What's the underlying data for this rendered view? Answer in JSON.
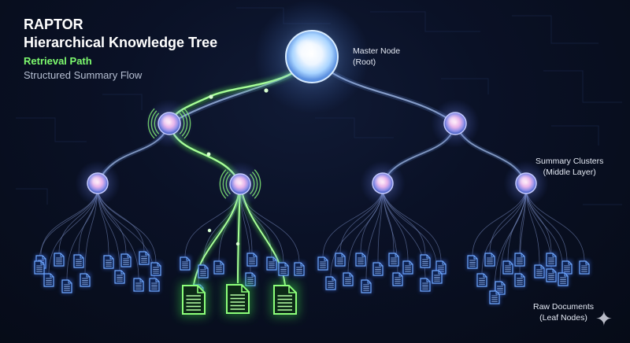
{
  "header": {
    "title_line1": "RAPTOR",
    "title_line2": "Hierarchical Knowledge Tree",
    "retrieval_path_label": "Retrieval Path",
    "flow_label": "Structured Summary Flow"
  },
  "annotations": {
    "root_line1": "Master Node",
    "root_line2": "(Root)",
    "middle_line1": "Summary Clusters",
    "middle_line2": "(Middle Layer)",
    "leaf_line1": "Raw Documents",
    "leaf_line2": "(Leaf Nodes)"
  },
  "colors": {
    "background": "#070c1a",
    "node_glow": "#a9d4ff",
    "cluster_core": "#ffb8ea",
    "document": "#6fa8ff",
    "retrieval_path": "#7dfa6e",
    "annotation_text": "#e4e9f4"
  },
  "icons": {
    "document": "document-icon",
    "sparkle": "sparkle-icon"
  }
}
